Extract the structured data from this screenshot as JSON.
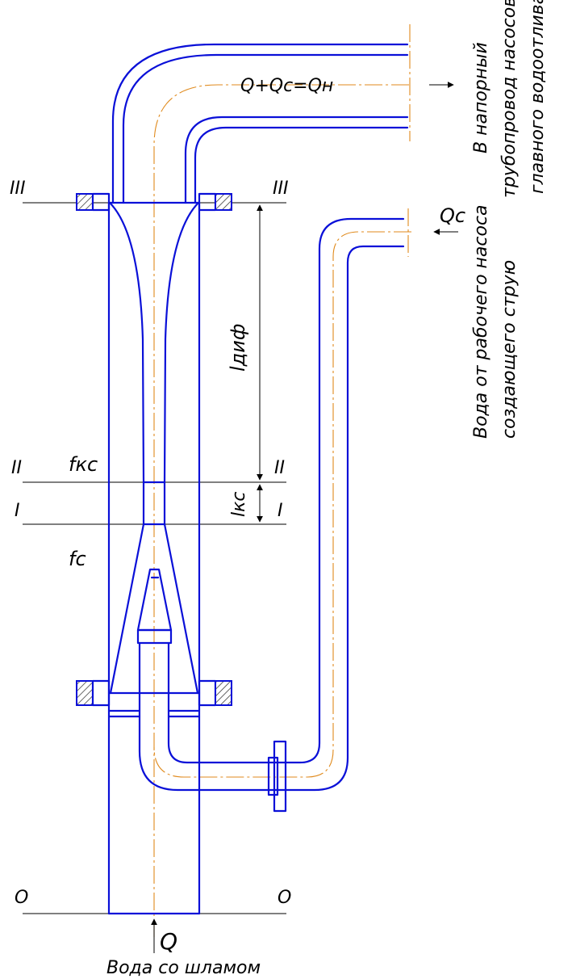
{
  "sections": {
    "s3": "III",
    "s2": "II",
    "s1": "I",
    "s0": "O"
  },
  "labels": {
    "flow_total": "Q+Qc=Qн",
    "out_text_1": "В напорный",
    "out_text_2": "трубопровод насосов",
    "out_text_3": "главного водоотлива",
    "qc": "Qc",
    "in_text_1": "Вода от рабочего насоса",
    "in_text_2": "создающего струю",
    "l_dif": "lдиф",
    "f_ks": "fкс",
    "l_ks": "lкс",
    "f_c": "fс",
    "q": "Q",
    "bottom": "Вода со шламом"
  },
  "colors": {
    "pipe": "#0a10d8",
    "axis": "#e08a1c",
    "text": "#000000"
  }
}
